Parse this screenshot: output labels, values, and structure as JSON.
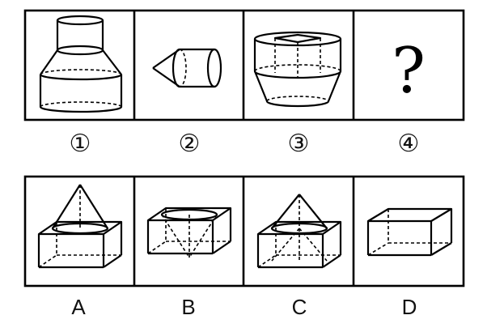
{
  "sequence": {
    "labels": [
      "①",
      "②",
      "③",
      "④"
    ],
    "question_mark": "?"
  },
  "options": {
    "labels": [
      "A",
      "B",
      "C",
      "D"
    ]
  }
}
